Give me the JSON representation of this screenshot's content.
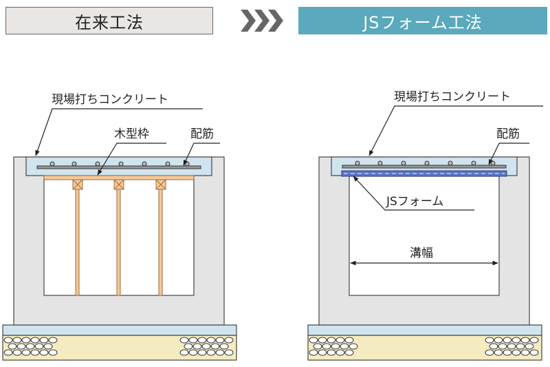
{
  "header": {
    "left_title": "在来工法",
    "right_title": "JSフォーム工法"
  },
  "left": {
    "concrete_label": "現場打ちコンクリート",
    "formwork_label": "木型枠",
    "rebar_label": "配筋"
  },
  "right": {
    "concrete_label": "現場打ちコンクリート",
    "rebar_label": "配筋",
    "jsform_label": "JSフォーム",
    "width_label": "溝幅"
  }
}
